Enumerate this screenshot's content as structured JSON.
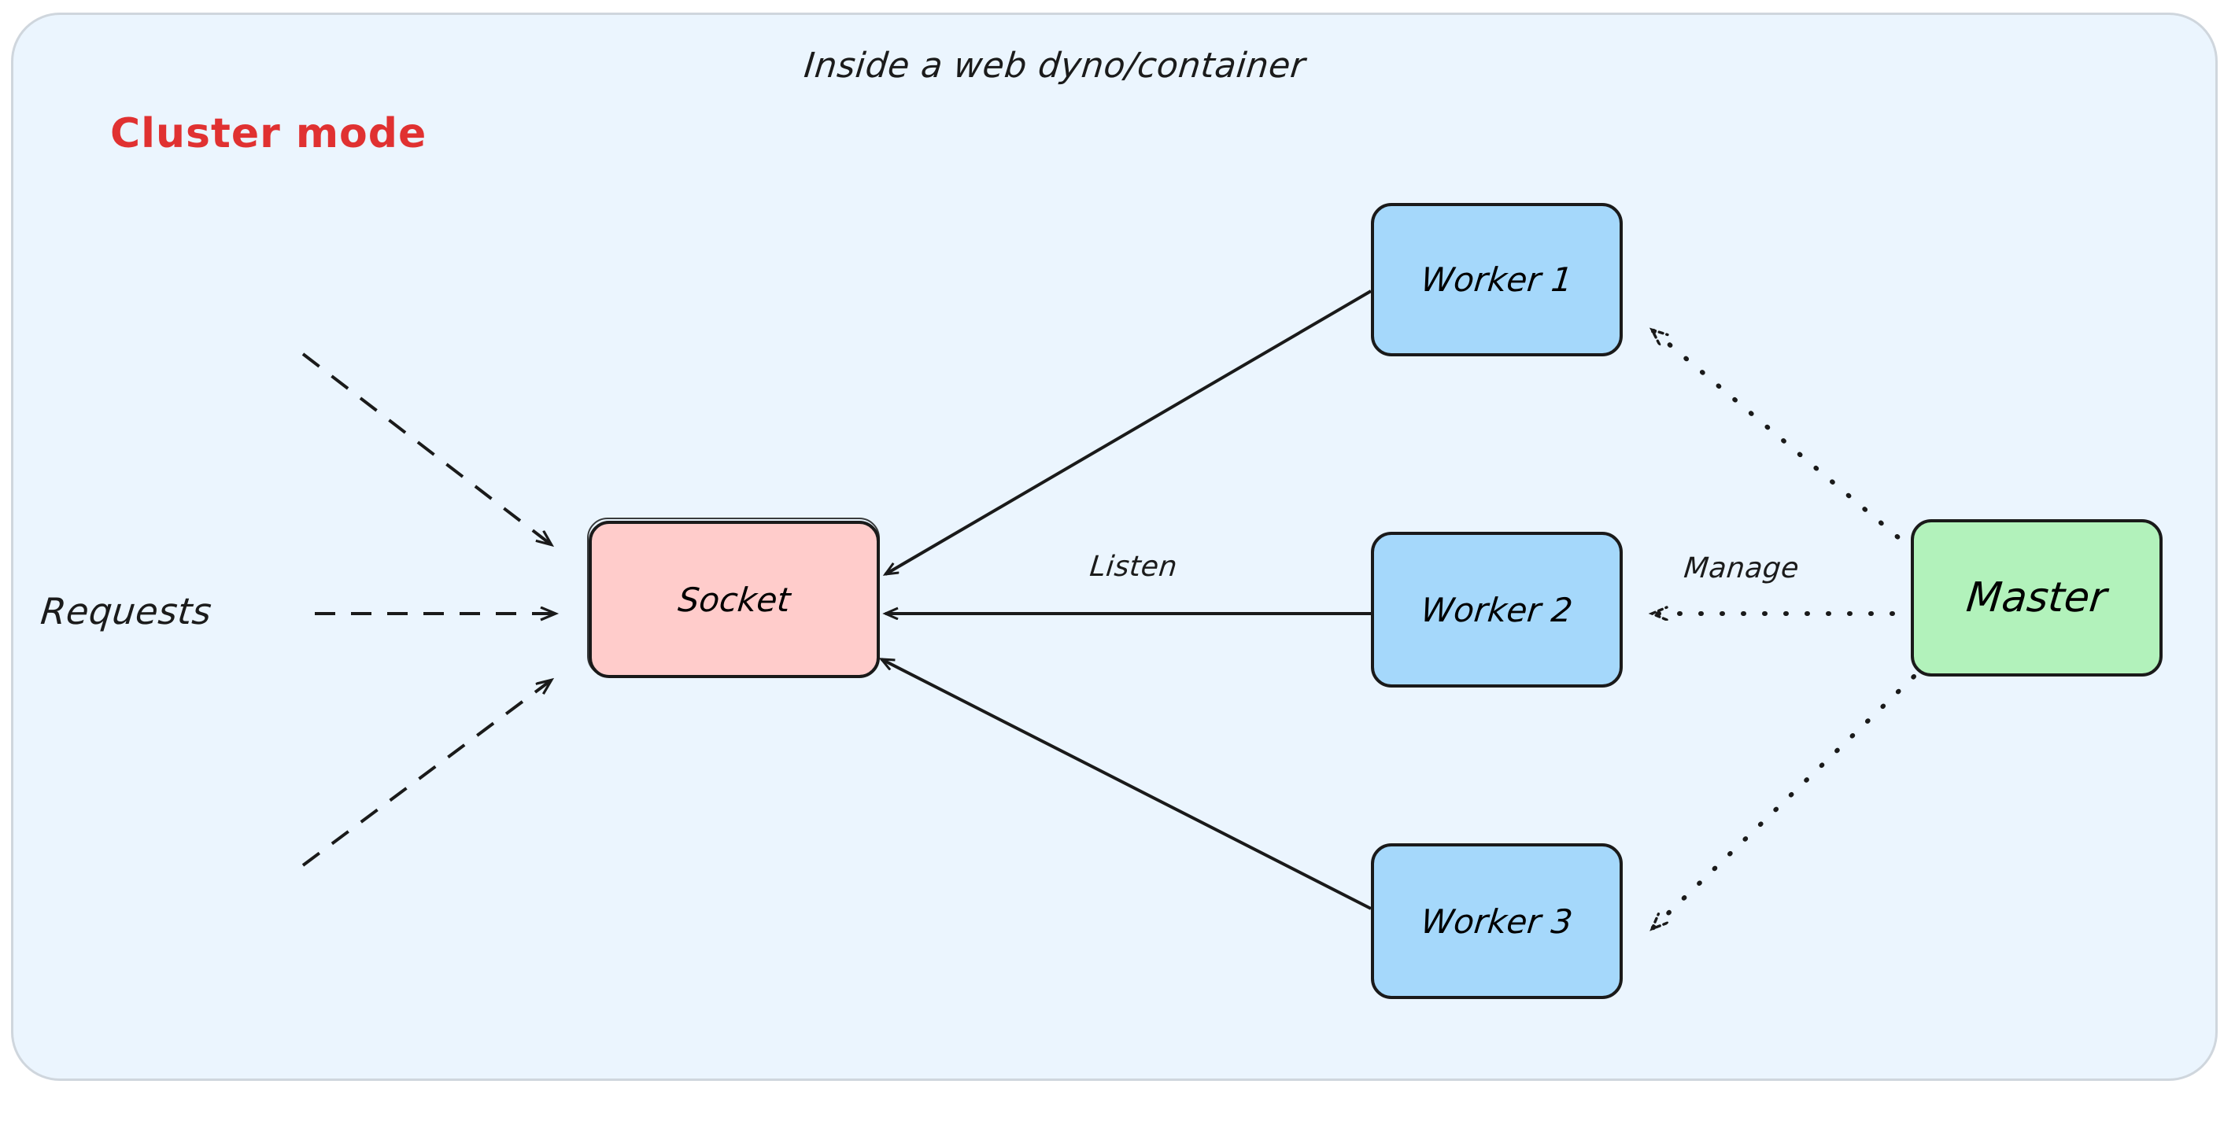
{
  "diagram": {
    "title": "Inside a web dyno/container",
    "mode_label": "Cluster mode",
    "mode_color": "#e03131",
    "container_bg": "#EBF5FE",
    "container_border": "#cfd6dd",
    "external_label": "Requests",
    "nodes": [
      {
        "id": "socket",
        "label": "Socket",
        "fill": "#FFCCCB",
        "stroke": "#1a1a1a"
      },
      {
        "id": "worker1",
        "label": "Worker 1",
        "fill": "#A5D8FB",
        "stroke": "#1a1a1a"
      },
      {
        "id": "worker2",
        "label": "Worker 2",
        "fill": "#A5D8FB",
        "stroke": "#1a1a1a"
      },
      {
        "id": "worker3",
        "label": "Worker 3",
        "fill": "#A5D8FB",
        "stroke": "#1a1a1a"
      },
      {
        "id": "master",
        "label": "Master",
        "fill": "#B2F2BB",
        "stroke": "#1a1a1a"
      }
    ],
    "edges": [
      {
        "from": "requests",
        "to": "socket",
        "label": "",
        "style": "dashed"
      },
      {
        "from": "requests",
        "to": "socket",
        "label": "",
        "style": "dashed"
      },
      {
        "from": "requests",
        "to": "socket",
        "label": "",
        "style": "dashed"
      },
      {
        "from": "worker1",
        "to": "socket",
        "label": "",
        "style": "solid"
      },
      {
        "from": "worker2",
        "to": "socket",
        "label": "Listen",
        "style": "solid"
      },
      {
        "from": "worker3",
        "to": "socket",
        "label": "",
        "style": "solid"
      },
      {
        "from": "master",
        "to": "worker1",
        "label": "",
        "style": "dotted"
      },
      {
        "from": "master",
        "to": "worker2",
        "label": "Manage",
        "style": "dotted"
      },
      {
        "from": "master",
        "to": "worker3",
        "label": "",
        "style": "dotted"
      }
    ],
    "edge_labels": {
      "listen": "Listen",
      "manage": "Manage"
    }
  }
}
